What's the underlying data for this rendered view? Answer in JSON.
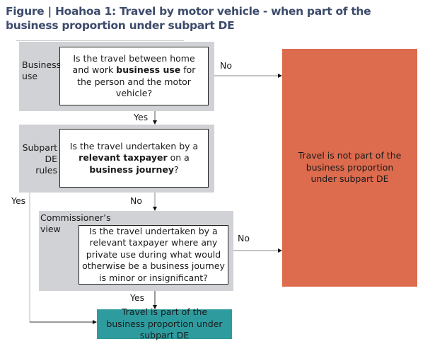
{
  "title": "Figure | Hoahoa 1: Travel by motor vehicle - when part of the business proportion under subpart DE",
  "steps": [
    {
      "section_label": "Business use",
      "question_parts": [
        {
          "text": "Is the travel between home and work ",
          "bold": false
        },
        {
          "text": "business use",
          "bold": true
        },
        {
          "text": " for the person and the motor vehicle?",
          "bold": false
        }
      ]
    },
    {
      "section_label": "Subpart DE rules",
      "question_parts": [
        {
          "text": "Is the travel undertaken by a ",
          "bold": false
        },
        {
          "text": "relevant taxpayer",
          "bold": true
        },
        {
          "text": " on a ",
          "bold": false
        },
        {
          "text": "business journey",
          "bold": true
        },
        {
          "text": "?",
          "bold": false
        }
      ]
    },
    {
      "section_label": "Commissioner’s view",
      "question_parts": [
        {
          "text": "Is the travel undertaken by a relevant taxpayer where any private use during what would otherwise be a business journey is minor or insignificant?",
          "bold": false
        }
      ]
    }
  ],
  "edges": {
    "step1_no": "No",
    "step1_yes": "Yes",
    "step2_yes": "Yes",
    "step2_no": "No",
    "step3_no": "No",
    "step3_yes": "Yes"
  },
  "outcomes": {
    "not_part": "Travel is not part of the business proportion under subpart DE",
    "is_part": "Travel is part of the business proportion under subpart DE"
  },
  "colors": {
    "title": "#3d4b6b",
    "section_bg": "#d0d2d5",
    "not_part_bg": "#dd6b4e",
    "is_part_bg": "#2e9c9f"
  }
}
